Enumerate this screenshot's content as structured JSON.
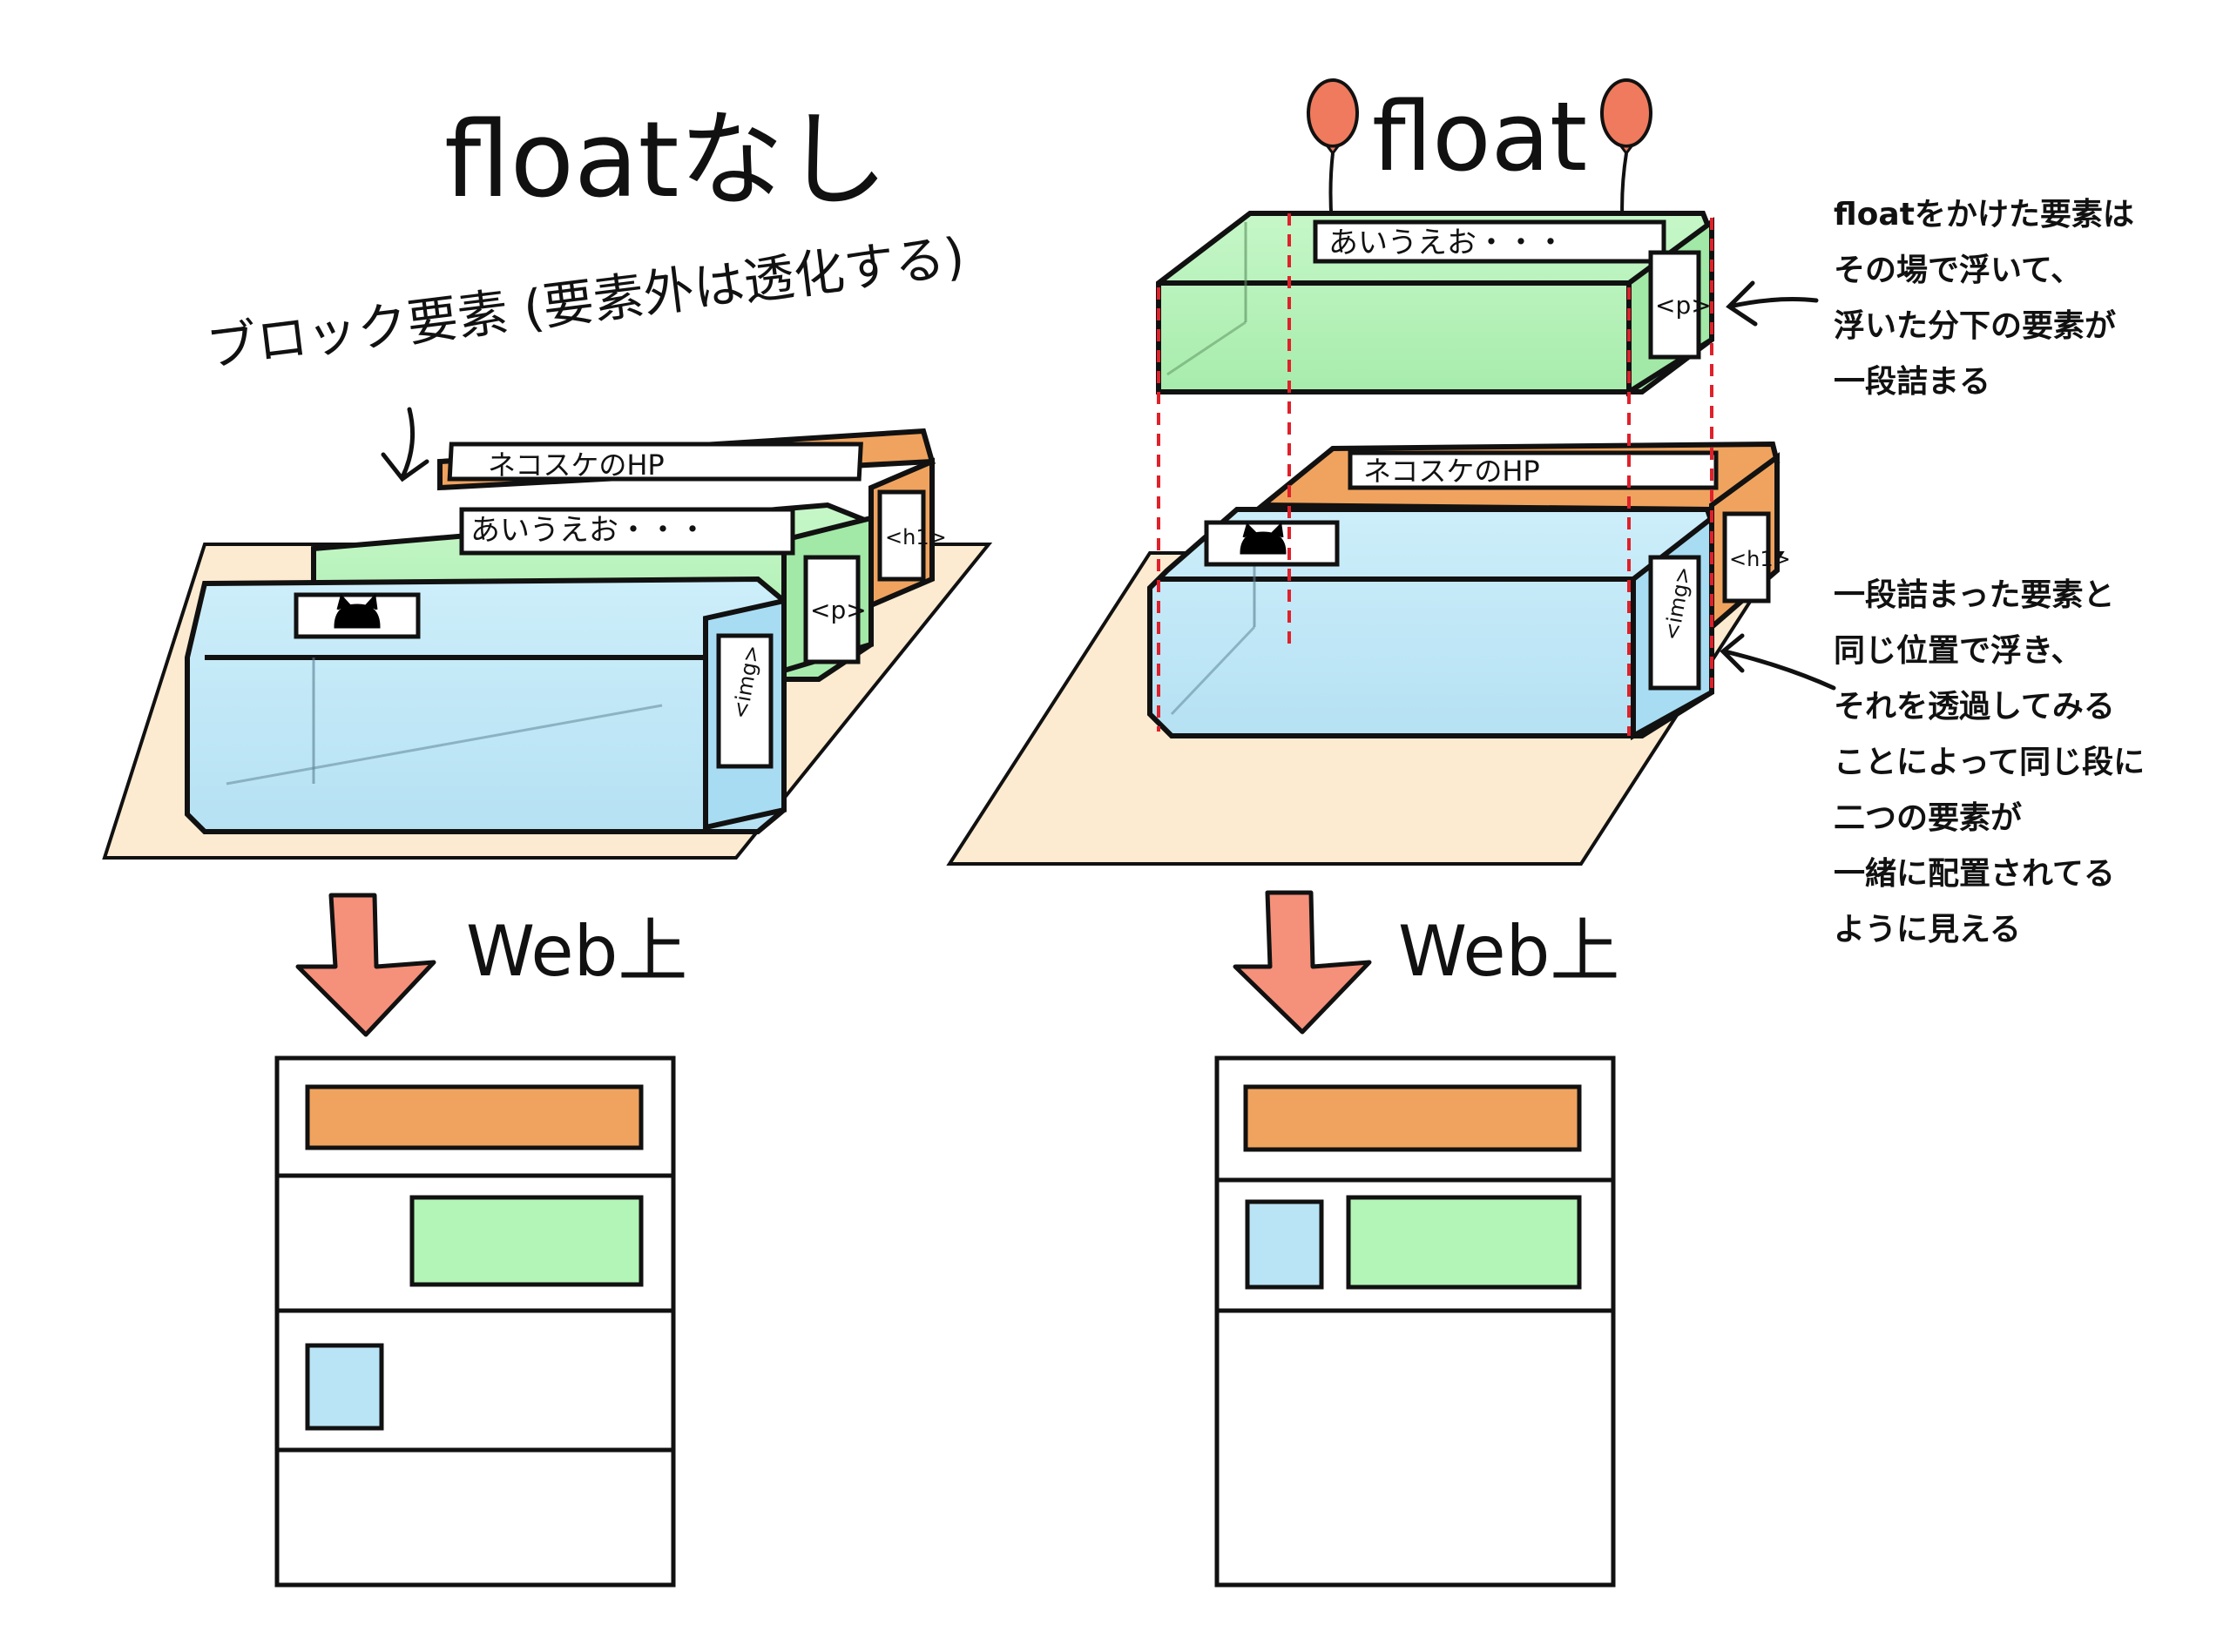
{
  "left_panel": {
    "title": "floatなし",
    "block_label": "ブロック要素 (要素外は透化する)",
    "web_label": "Web上",
    "green_box_text": "あいうえお・・・",
    "orange_box_text": "ネコスケのHP",
    "tags": {
      "h1": "<h1>",
      "p": "<p>",
      "img": "<img>"
    }
  },
  "right_panel": {
    "title": "float",
    "web_label": "Web上",
    "green_box_text": "あいうえお・・・",
    "orange_box_text": "ネコスケのHP",
    "tags": {
      "h1": "<h1>",
      "p": "<p>",
      "img": "<img>"
    }
  },
  "notes": {
    "top": [
      "floatをかけた要素は",
      "その場で浮いて、",
      "浮いた分下の要素が",
      "一段詰まる"
    ],
    "bottom": [
      "一段詰まった要素と",
      "同じ位置で浮き、",
      "それを透過してみる",
      "ことによって同じ段に",
      "二つの要素が",
      "一緒に配置されてる",
      "ように見える"
    ]
  },
  "colors": {
    "orange": "#F0A35E",
    "green": "#B2F5B6",
    "blue": "#B9E4F5",
    "arrow": "#F5907A",
    "floor": "#FCEBD0",
    "balloon": "#EF7A5E",
    "dashed": "#E0202A"
  }
}
